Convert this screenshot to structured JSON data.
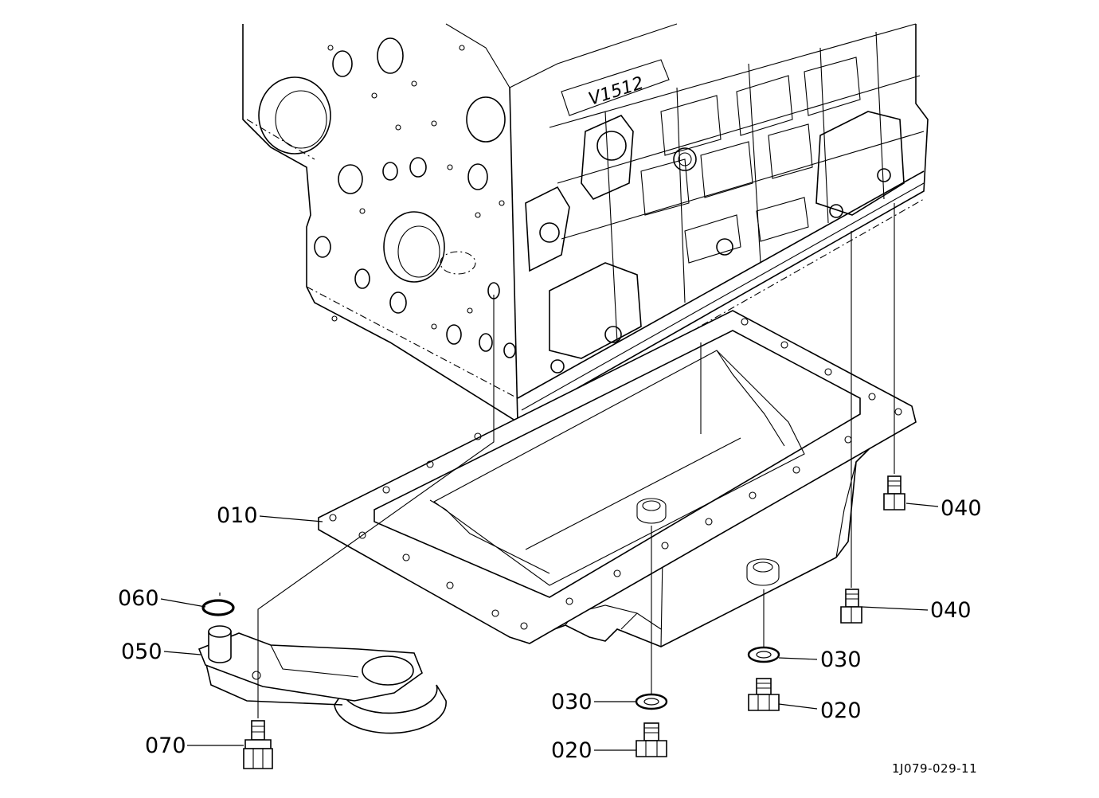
{
  "diagram": {
    "engine_marking": "V1512",
    "drawing_code": "1J079-029-11",
    "callouts": {
      "c010": "010",
      "c060": "060",
      "c050": "050",
      "c070": "070",
      "c040a": "040",
      "c040b": "040",
      "c030a": "030",
      "c030b": "030",
      "c020a": "020",
      "c020b": "020"
    }
  }
}
